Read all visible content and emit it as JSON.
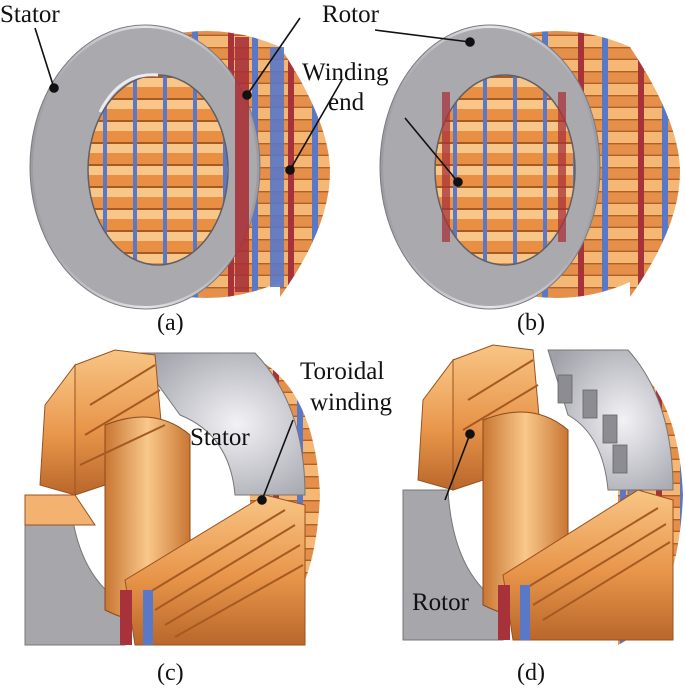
{
  "labels": {
    "stator_a": "Stator",
    "rotor_b": "Rotor",
    "winding_1": "Winding",
    "winding_2": "end",
    "stator_c": "Stator",
    "toroidal_1": "Toroidal",
    "toroidal_2": "winding",
    "rotor_d": "Rotor"
  },
  "captions": {
    "a": "(a)",
    "b": "(b)",
    "c": "(c)",
    "d": "(d)"
  },
  "colors": {
    "stator_gray": "#a8a8ab",
    "stator_light": "#d4d4d8",
    "copper": "#e89a48",
    "copper_light": "#f7c383",
    "copper_dark": "#b8672a",
    "magnet_red": "#a8323a",
    "magnet_blue": "#5a78c8"
  }
}
